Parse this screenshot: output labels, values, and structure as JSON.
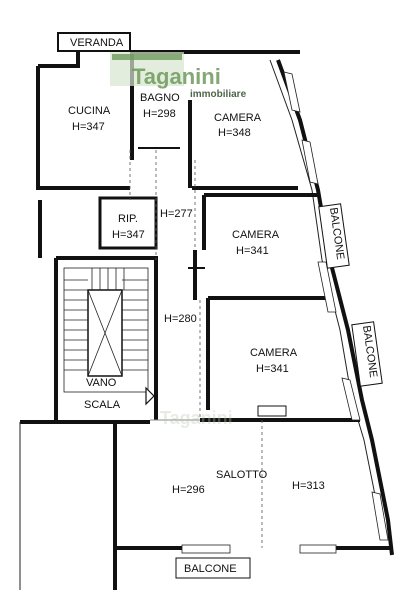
{
  "brand": {
    "name": "Taganini",
    "subtitle": "immobiliare",
    "watermark": "Taganini"
  },
  "rooms": {
    "veranda": "VERANDA",
    "cucina": "CUCINA",
    "cucina_h": "H=347",
    "bagno": "BAGNO",
    "bagno_h": "H=298",
    "camera1": "CAMERA",
    "camera1_h": "H=348",
    "rip": "RIP.",
    "rip_h": "H=347",
    "corridor_h": "H=277",
    "camera2": "CAMERA",
    "camera2_h": "H=341",
    "camera3": "CAMERA",
    "camera3_h": "H=341",
    "hall_h": "H=280",
    "vano": "VANO",
    "scala": "SCALA",
    "salotto": "SALOTTO",
    "salotto_h1": "H=296",
    "salotto_h2": "H=313"
  },
  "balconies": {
    "balcone_upper": "BALCONE",
    "balcone_middle": "BALCONE",
    "balcone_bottom": "BALCONE"
  },
  "colors": {
    "logo_green": "#6f9a5c",
    "logo_dark": "#2f4a2a"
  }
}
